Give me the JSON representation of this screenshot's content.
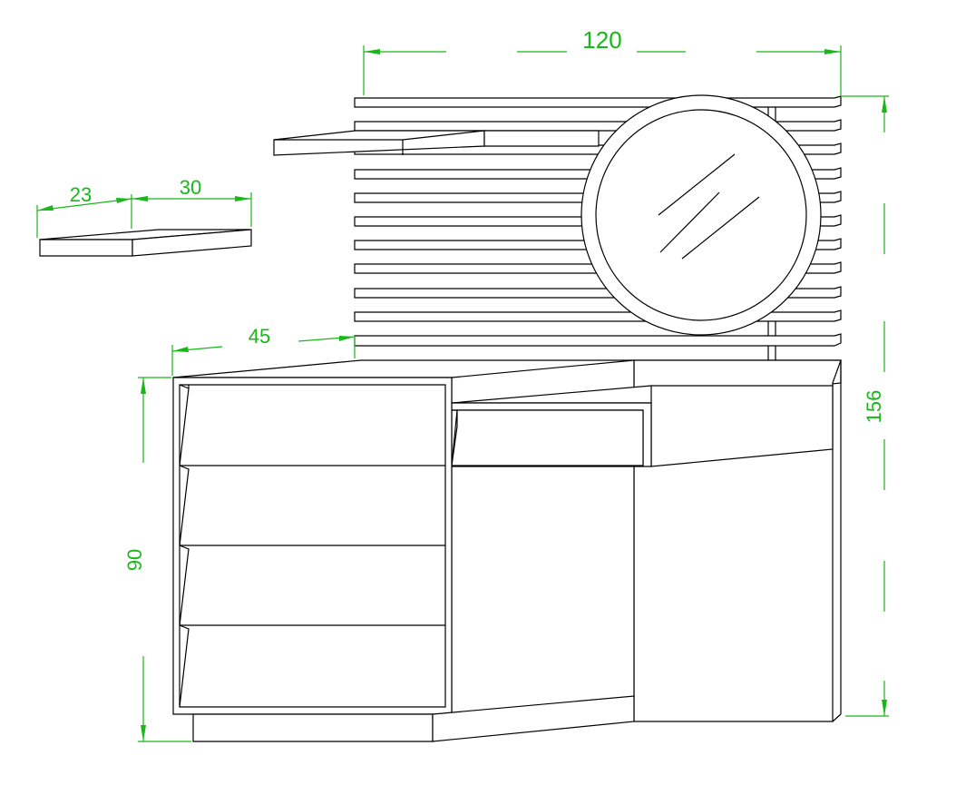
{
  "drawing": {
    "colors": {
      "lines": "#000000",
      "dimensions": "#18b818",
      "background": "#ffffff"
    },
    "dimensions": {
      "top_width": "120",
      "overall_height": "156",
      "cabinet_height": "90",
      "cabinet_depth": "45",
      "shelf_depth": "23",
      "shelf_width": "30"
    }
  }
}
